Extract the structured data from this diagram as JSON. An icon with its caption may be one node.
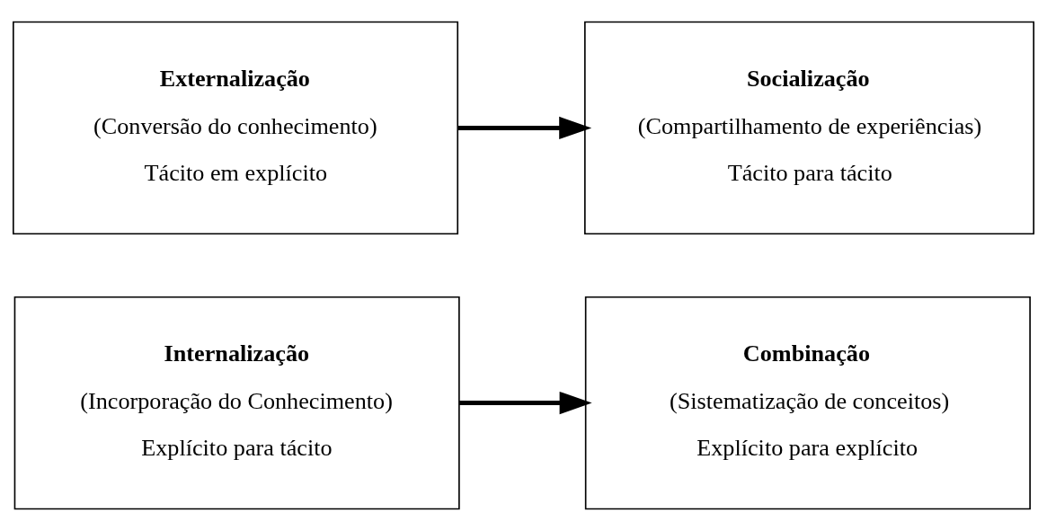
{
  "diagram": {
    "nodes": [
      {
        "text": [
          "Socialização",
          "(Compartilhamento de experiências)",
          "Tácito para tácito"
        ]
      },
      {
        "text": [
          "Externalização",
          "(Conversão do conhecimento)",
          "Tácito em explícito"
        ]
      },
      {
        "text": [
          "Internalização",
          "(Incorporação do Conhecimento)",
          "Explícito para tácito"
        ]
      },
      {
        "text": [
          "Combinação",
          "(Sistematização de conceitos)",
          "Explícito para explícito"
        ]
      }
    ],
    "edges": [
      {
        "from": 1,
        "to": 0,
        "arrow": "to"
      },
      {
        "from": 2,
        "to": 3,
        "arrow": "to"
      }
    ]
  }
}
